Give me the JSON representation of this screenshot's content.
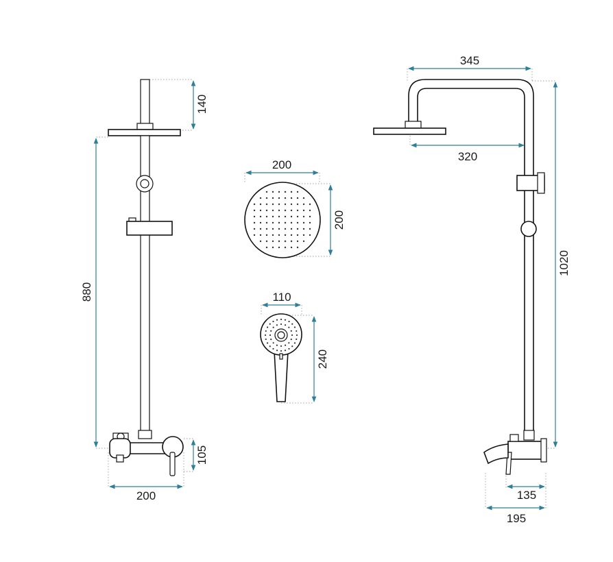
{
  "dimensions": {
    "front_head_height": "140",
    "front_rail_height": "880",
    "front_mixer_height": "105",
    "front_mixer_width": "200",
    "head_diameter_width": "200",
    "head_diameter_height": "200",
    "handshower_width": "110",
    "handshower_length": "240",
    "side_arm_reach": "345",
    "side_head_offset": "320",
    "side_total_height": "1020",
    "side_mixer_depth": "135",
    "side_spout_depth": "195"
  },
  "colors": {
    "dimension_line": "#2f7f99",
    "outline": "#111111",
    "extension_line": "#9a9a9a"
  }
}
